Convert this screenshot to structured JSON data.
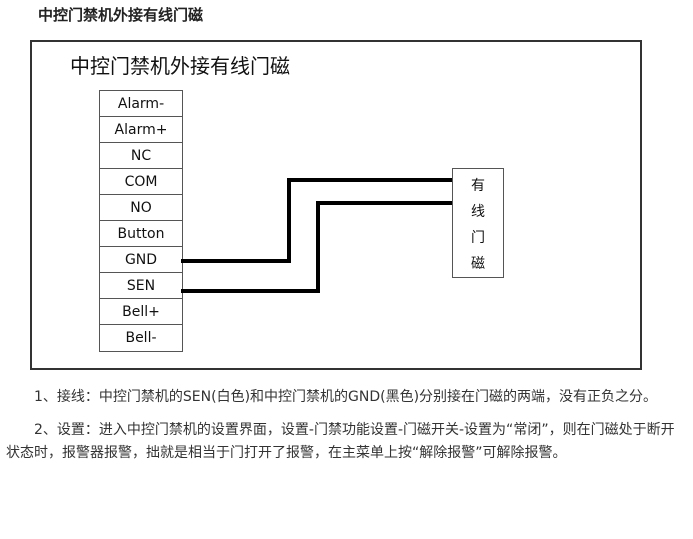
{
  "page_heading": "中控门禁机外接有线门磁",
  "diagram": {
    "title": "中控门禁机外接有线门磁",
    "terminals": [
      "Alarm-",
      "Alarm+",
      "NC",
      "COM",
      "NO",
      "Button",
      "GND",
      "SEN",
      "Bell+",
      "Bell-"
    ],
    "sensor_label": [
      "有",
      "线",
      "门",
      "磁"
    ],
    "wire_color": "#000000"
  },
  "notes": [
    "1、接线：中控门禁机的SEN(白色)和中控门禁机的GND(黑色)分别接在门磁的两端，没有正负之分。",
    "2、设置：进入中控门禁机的设置界面，设置-门禁功能设置-门磁开关-设置为“常闭”，则在门磁处于断开状态时，报警器报警，拙就是相当于门打开了报警，在主菜单上按“解除报警”可解除报警。"
  ]
}
